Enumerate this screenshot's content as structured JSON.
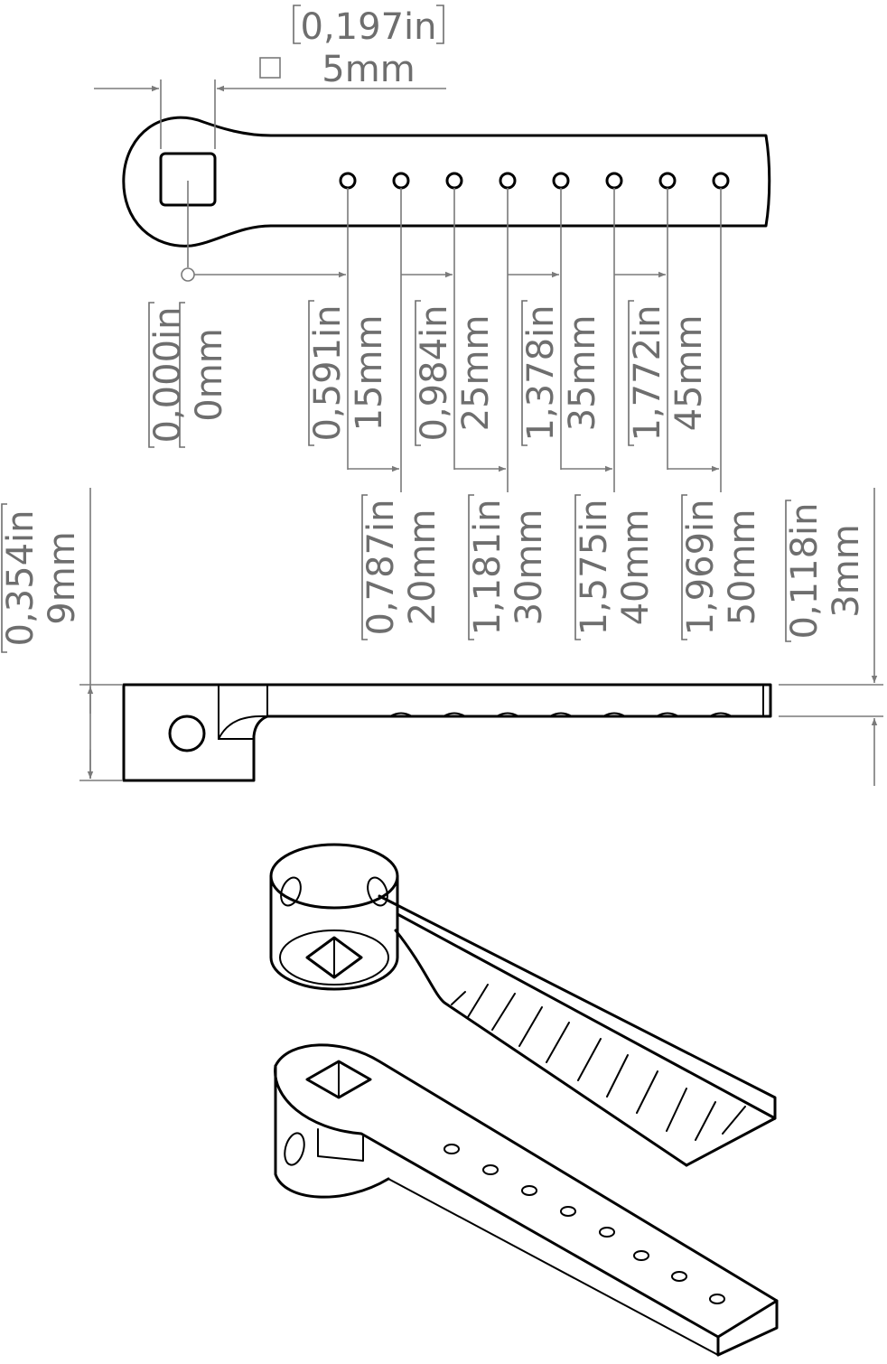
{
  "dimensions": {
    "square_size": {
      "in": "0,197in",
      "mm": "5mm"
    },
    "hole_positions": [
      {
        "in": "0,000in",
        "mm": "0mm"
      },
      {
        "in": "0,591in",
        "mm": "15mm"
      },
      {
        "in": "0,787in",
        "mm": "20mm"
      },
      {
        "in": "0,984in",
        "mm": "25mm"
      },
      {
        "in": "1,181in",
        "mm": "30mm"
      },
      {
        "in": "1,378in",
        "mm": "35mm"
      },
      {
        "in": "1,575in",
        "mm": "40mm"
      },
      {
        "in": "1,772in",
        "mm": "45mm"
      },
      {
        "in": "1,969in",
        "mm": "50mm"
      }
    ],
    "height": {
      "in": "0,354in",
      "mm": "9mm"
    },
    "thickness": {
      "in": "0,118in",
      "mm": "3mm"
    }
  },
  "colors": {
    "part_line": "#000000",
    "dimension_line": "#7a7a7a",
    "dimension_text": "#6e6e6e"
  }
}
